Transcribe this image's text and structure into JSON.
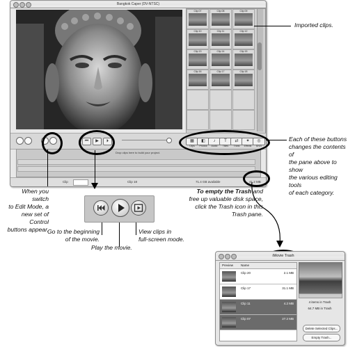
{
  "main_window": {
    "title": "Bangkok Caper (DV-NTSC)",
    "clips": [
      {
        "label": "Clip 07"
      },
      {
        "label": "Clip 08"
      },
      {
        "label": "Clip 09"
      },
      {
        "label": "Clip 10"
      },
      {
        "label": "Clip 11"
      },
      {
        "label": "Clip 12"
      },
      {
        "label": "Clip 13"
      },
      {
        "label": "Clip 14"
      },
      {
        "label": "Clip 15"
      },
      {
        "label": "Clip 16"
      },
      {
        "label": "Clip 17"
      },
      {
        "label": "Clip 18"
      }
    ],
    "pane_buttons": [
      "Clips",
      "Photos",
      "Audio",
      "Titles",
      "Trans",
      "Effects",
      "iDVD"
    ],
    "timeline_hint": "Drop clips here to build your project.",
    "status": {
      "clip_name": "Clip 18",
      "clip_label": "Clip",
      "disk_space": "71.4 GB available",
      "trash_size": "41.2 MB"
    }
  },
  "annotations": {
    "imported_clips": "Imported clips.",
    "pane_buttons": [
      "Each of these buttons",
      "changes the contents of",
      "the pane above to show",
      "the various editing tools",
      "of each category."
    ],
    "edit_mode": [
      "When you switch",
      "to Edit Mode, a",
      "new set of Control",
      "buttons appear."
    ],
    "go_beginning": [
      "Go to the beginning",
      "of the movie."
    ],
    "play": "Play the movie.",
    "fullscreen": [
      "View clips in",
      "full-screen mode."
    ],
    "empty_trash_bold": "To empty the Trash",
    "empty_trash": [
      " and",
      "free up valuable disk space,",
      "click the Trash icon in this",
      "Trash pane."
    ]
  },
  "trash_window": {
    "title": "iMovie Trash",
    "columns": {
      "preview": "Preview",
      "name": "Name"
    },
    "rows": [
      {
        "name": "Clip 20",
        "size": "2.1 MB",
        "selected": false
      },
      {
        "name": "Clip 17",
        "size": "31.1 MB",
        "selected": false
      },
      {
        "name": "Clip 11",
        "size": "4.2 MB",
        "selected": true
      },
      {
        "name": "Clip 07",
        "size": "27.2 MB",
        "selected": true
      }
    ],
    "items_count": "4 items in Trash",
    "total_size": "64.7 MB in Trash",
    "delete_button": "Delete Selected Clips...",
    "empty_button": "Empty Trash..."
  },
  "colors": {
    "callout": "#000000",
    "window_bg": "#e8e8e8",
    "selected_row": "#6b6b6b"
  }
}
